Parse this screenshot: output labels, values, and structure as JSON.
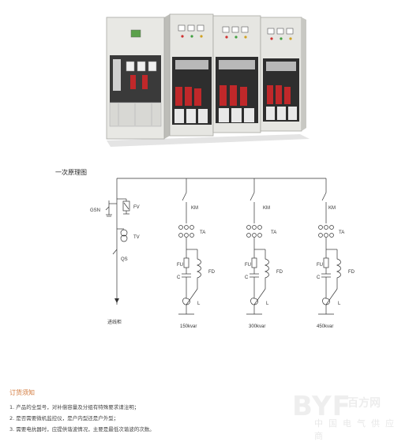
{
  "diagram_title": "一次原理图",
  "labels": {
    "gsn": "GSN",
    "fv": "FV",
    "tv": "TV",
    "qs": "QS",
    "incoming": "进线柜",
    "km": "KM",
    "ta": "TA",
    "fu": "FU",
    "fd": "FD",
    "c": "C",
    "l": "L"
  },
  "branches": [
    {
      "capacity": "150kvar"
    },
    {
      "capacity": "300kvar"
    },
    {
      "capacity": "450kvar"
    }
  ],
  "notes": {
    "title": "订货须知",
    "items": [
      "1. 产品的全型号，对补偿容量及分组有特殊要求请注明；",
      "2. 是否需要微机监控仪，是户内型还是户外型；",
      "3. 需要电抗器时，应提供谐波情况，主要是最低次谐波的次数。"
    ]
  },
  "watermark": {
    "logo": "BYF",
    "box_text": "百方网",
    "slogan": "中国电气供应商"
  },
  "colors": {
    "panel": "#e6e6e2",
    "panel_shade": "#cfcfca",
    "fuse_red": "#c0282a",
    "accent_orange": "#d2783a",
    "line": "#333333"
  }
}
